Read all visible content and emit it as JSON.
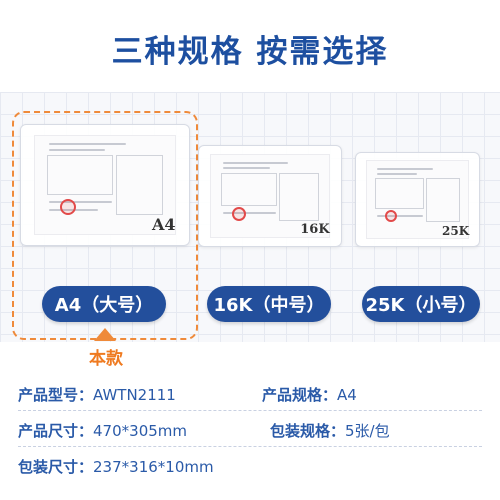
{
  "title": "三种规格 按需选择",
  "sizes": [
    {
      "label": "A4（大号）",
      "mark": "A4"
    },
    {
      "label": "16K（中号）",
      "mark": "16K"
    },
    {
      "label": "25K（小号）",
      "mark": "25K"
    }
  ],
  "selected_label": "本款",
  "specs": {
    "model": {
      "label": "产品型号：",
      "value": "AWTN2111"
    },
    "spec": {
      "label": "产品规格：",
      "value": "A4"
    },
    "size": {
      "label": "产品尺寸：",
      "value": "470*305mm"
    },
    "packing": {
      "label": "包装规格：",
      "value": "5张/包"
    },
    "pack_size": {
      "label": "包装尺寸：",
      "value": "237*316*10mm"
    }
  },
  "colors": {
    "brand_blue": "#234f9c",
    "accent_orange": "#ef8a3a"
  }
}
